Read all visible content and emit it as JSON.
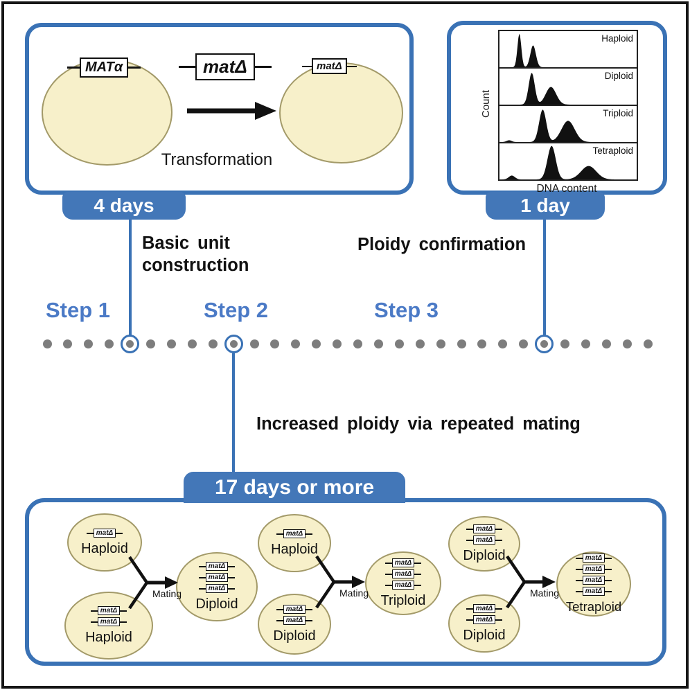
{
  "colors": {
    "accent_blue": "#3a72b5",
    "badge_blue": "#4377b8",
    "step_text_blue": "#4b7ac6",
    "timeline_dot_gray": "#7d7d7d",
    "cell_fill": "#f7f0ca",
    "cell_border": "#a39a69",
    "peak_black": "#111111"
  },
  "top_left_panel": {
    "left_cell_gene": "MATα",
    "insert_gene": "matΔ",
    "right_cell_gene": "matΔ",
    "caption": "Transformation",
    "duration_badge": "4 days"
  },
  "top_right_panel": {
    "duration_badge": "1 day",
    "flow_chart": {
      "type": "area",
      "ylabel": "Count",
      "xlabel": "DNA content",
      "peak_format": "center, sigma, height (fractions of panel width/height)",
      "panels": [
        {
          "label": "Haploid",
          "peaks": [
            [
              0.145,
              0.014,
              0.95
            ],
            [
              0.245,
              0.02,
              0.62
            ]
          ]
        },
        {
          "label": "Diploid",
          "peaks": [
            [
              0.235,
              0.022,
              0.9
            ],
            [
              0.375,
              0.038,
              0.5
            ]
          ]
        },
        {
          "label": "Triploid",
          "peaks": [
            [
              0.07,
              0.018,
              0.05
            ],
            [
              0.315,
              0.026,
              0.92
            ],
            [
              0.5,
              0.048,
              0.6
            ]
          ]
        },
        {
          "label": "Tetraploid",
          "peaks": [
            [
              0.09,
              0.022,
              0.11
            ],
            [
              0.38,
              0.03,
              0.95
            ],
            [
              0.65,
              0.055,
              0.38
            ]
          ]
        }
      ]
    }
  },
  "annotations": {
    "basic_unit_line1": "Basic unit",
    "basic_unit_line2": "construction",
    "ploidy_confirmation": "Ploidy confirmation",
    "increased_ploidy": "Increased ploidy via repeated mating"
  },
  "timeline": {
    "steps": [
      {
        "label": "Step 1"
      },
      {
        "label": "Step 2"
      },
      {
        "label": "Step 3"
      }
    ],
    "dot_count": 30,
    "marker_dot_indices": [
      4,
      9,
      24
    ]
  },
  "bottom_panel": {
    "duration_badge": "17 days or more",
    "mating_label": "Mating",
    "groups": [
      {
        "parent1": {
          "label": "Haploid",
          "genes": [
            "matΔ"
          ]
        },
        "parent2": {
          "label": "Haploid",
          "genes": [
            "matΔ",
            "matΔ"
          ]
        },
        "child": {
          "label": "Diploid",
          "genes": [
            "matΔ",
            "matΔ",
            "matΔ"
          ]
        }
      },
      {
        "parent1": {
          "label": "Haploid",
          "genes": [
            "matΔ"
          ]
        },
        "parent2": {
          "label": "Diploid",
          "genes": [
            "matΔ",
            "matΔ"
          ]
        },
        "child": {
          "label": "Triploid",
          "genes": [
            "matΔ",
            "matΔ",
            "matΔ"
          ]
        }
      },
      {
        "parent1": {
          "label": "Diploid",
          "genes": [
            "matΔ",
            "matΔ"
          ]
        },
        "parent2": {
          "label": "Diploid",
          "genes": [
            "matΔ",
            "matΔ"
          ]
        },
        "child": {
          "label": "Tetraploid",
          "genes": [
            "matΔ",
            "matΔ",
            "matΔ",
            "matΔ"
          ]
        }
      }
    ]
  }
}
